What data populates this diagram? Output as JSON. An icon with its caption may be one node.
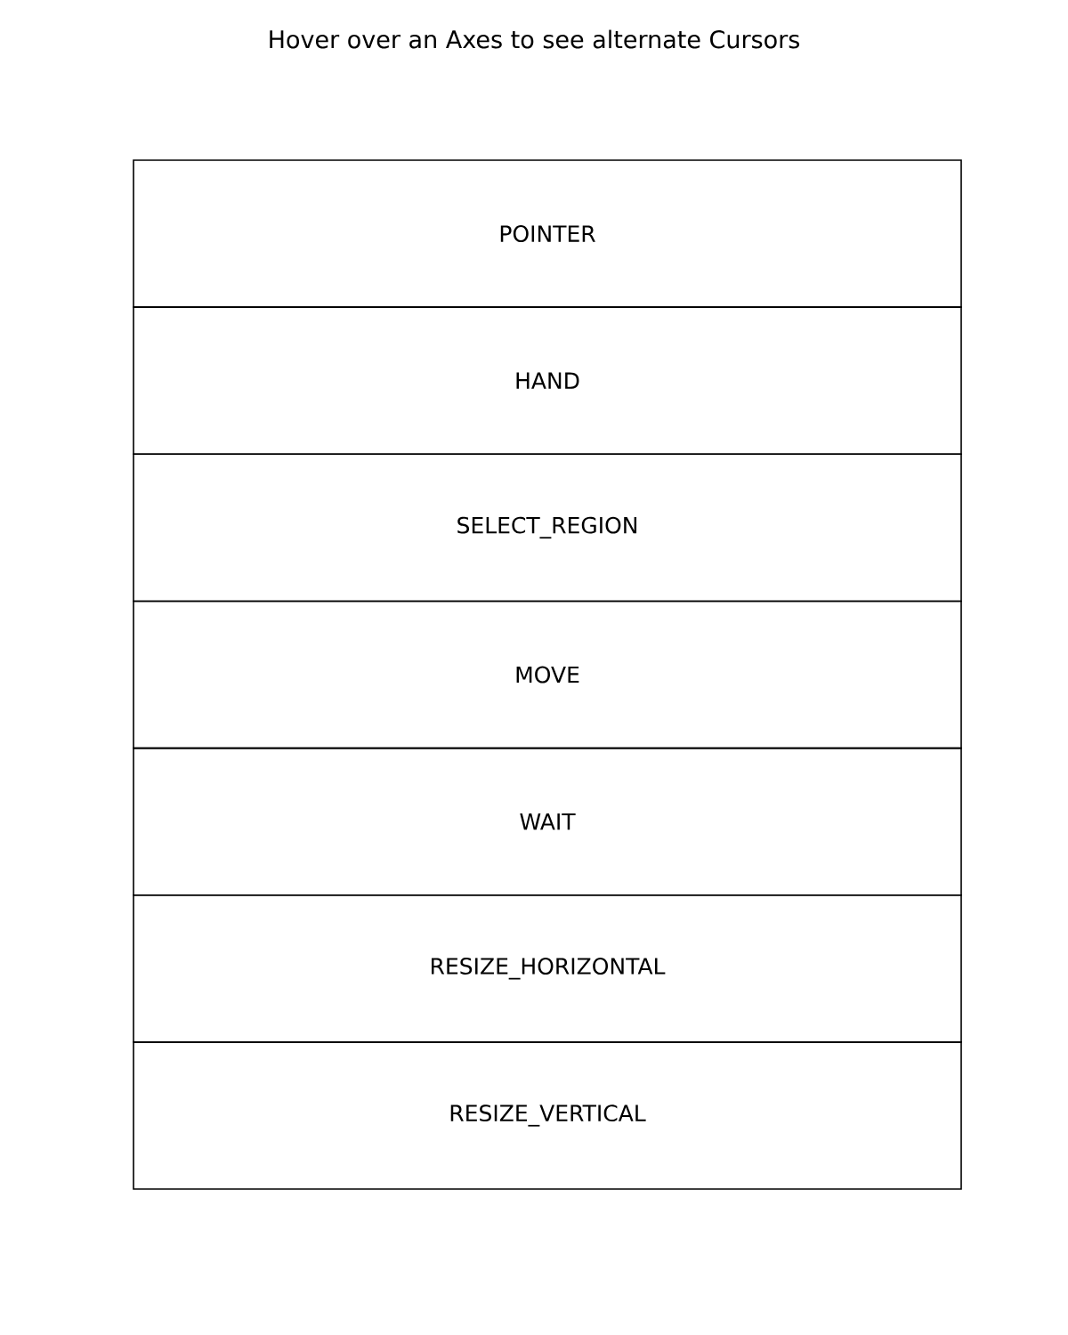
{
  "diagram": {
    "title": "Hover over an Axes to see alternate Cursors",
    "nodes": [
      {
        "text": [
          "POINTER"
        ]
      },
      {
        "text": [
          "HAND"
        ]
      },
      {
        "text": [
          "SELECT_REGION"
        ]
      },
      {
        "text": [
          "MOVE"
        ]
      },
      {
        "text": [
          "WAIT"
        ]
      },
      {
        "text": [
          "RESIZE_HORIZONTAL"
        ]
      },
      {
        "text": [
          "RESIZE_VERTICAL"
        ]
      }
    ]
  }
}
